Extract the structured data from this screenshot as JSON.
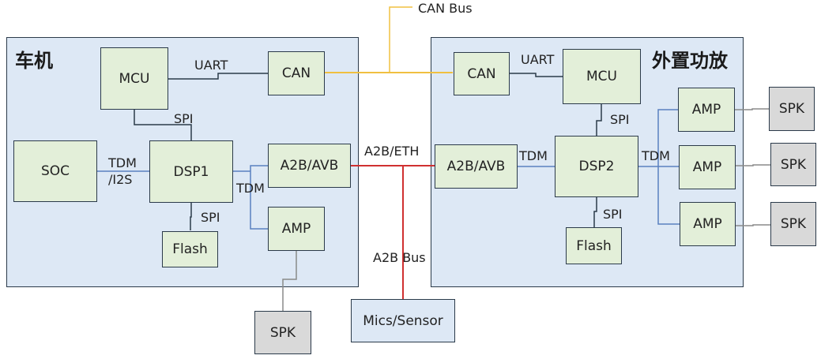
{
  "external": {
    "can_bus_label": "CAN Bus",
    "a2b_eth_label": "A2B/ETH",
    "a2b_bus_label": "A2B Bus",
    "mics_sensor": "Mics/Sensor",
    "spk_left": "SPK"
  },
  "head_unit": {
    "title": "车机",
    "mcu": "MCU",
    "can": "CAN",
    "soc": "SOC",
    "dsp": "DSP1",
    "a2b_avb": "A2B/AVB",
    "amp": "AMP",
    "flash": "Flash",
    "labels": {
      "uart": "UART",
      "spi_mcu": "SPI",
      "tdm_i2s_1": "TDM",
      "tdm_i2s_2": "/I2S",
      "tdm_out": "TDM",
      "spi_flash": "SPI"
    }
  },
  "ext_amp": {
    "title": "外置功放",
    "can": "CAN",
    "mcu": "MCU",
    "a2b_avb": "A2B/AVB",
    "dsp": "DSP2",
    "flash": "Flash",
    "amps": [
      "AMP",
      "AMP",
      "AMP"
    ],
    "spks": [
      "SPK",
      "SPK",
      "SPK"
    ],
    "labels": {
      "uart": "UART",
      "spi_mcu": "SPI",
      "tdm_in": "TDM",
      "tdm_out": "TDM",
      "spi_flash": "SPI"
    }
  },
  "colors": {
    "can_bus": "#f0c040",
    "a2b_bus": "#d03030",
    "tdm": "#5a80c0",
    "control": "#2b3a4a",
    "speaker_wire": "#8a8a8a"
  }
}
